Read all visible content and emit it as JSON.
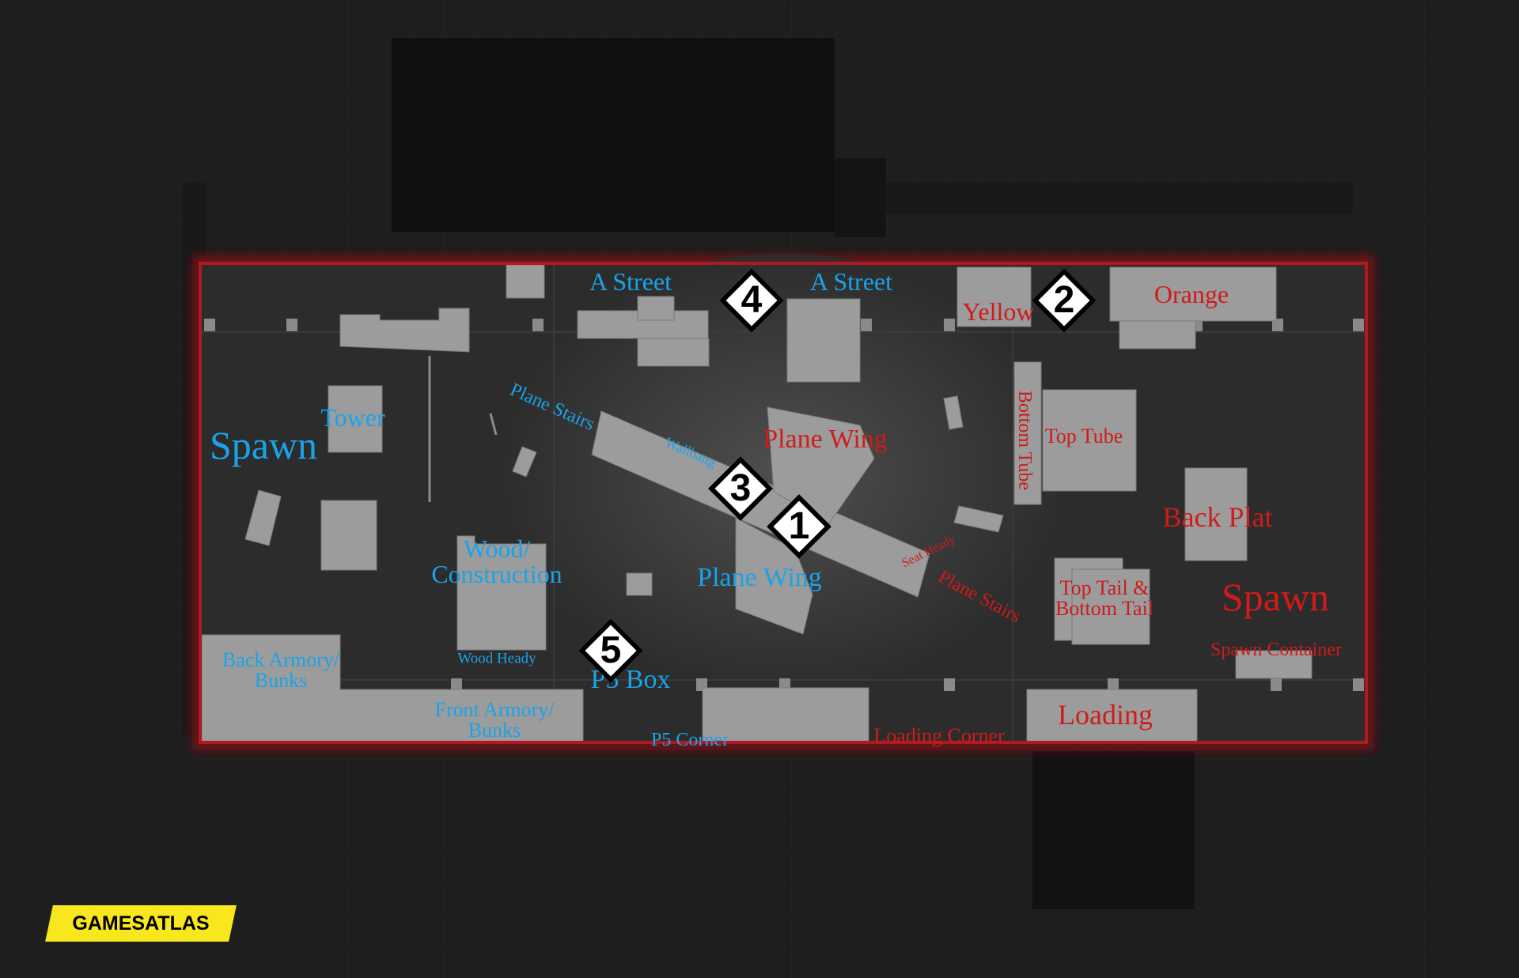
{
  "colors": {
    "blue_team": "#1aa3e8",
    "red_team": "#d11a1a",
    "boundary": "#b01822",
    "marker_fill": "#ffffff",
    "marker_stroke": "#000000",
    "brand_bg": "#f8e71c"
  },
  "labels": [
    {
      "name": "label-a-street-left",
      "text": "A Street",
      "team": "blue"
    },
    {
      "name": "label-a-street-right",
      "text": "A Street",
      "team": "blue"
    },
    {
      "name": "label-yellow",
      "text": "Yellow",
      "team": "red"
    },
    {
      "name": "label-orange",
      "text": "Orange",
      "team": "red"
    },
    {
      "name": "label-tower",
      "text": "Tower",
      "team": "blue"
    },
    {
      "name": "label-spawn-blue",
      "text": "Spawn",
      "team": "blue"
    },
    {
      "name": "label-plane-stairs-blue",
      "text": "Plane Stairs",
      "team": "blue"
    },
    {
      "name": "label-wallbang",
      "text": "Wallbang",
      "team": "blue"
    },
    {
      "name": "label-plane-wing-red",
      "text": "Plane Wing",
      "team": "red"
    },
    {
      "name": "label-bottom-tube",
      "text": "Bottom Tube",
      "team": "red"
    },
    {
      "name": "label-top-tube",
      "text": "Top Tube",
      "team": "red"
    },
    {
      "name": "label-back-plat",
      "text": "Back Plat",
      "team": "red"
    },
    {
      "name": "label-wood-construction",
      "text": "Wood/\nConstruction",
      "team": "blue"
    },
    {
      "name": "label-plane-wing-blue",
      "text": "Plane Wing",
      "team": "blue"
    },
    {
      "name": "label-seat-heady",
      "text": "Seat Heady",
      "team": "red"
    },
    {
      "name": "label-plane-stairs-red",
      "text": "Plane Stairs",
      "team": "red"
    },
    {
      "name": "label-top-tail-bottom-tail",
      "text": "Top Tail &\nBottom Tail",
      "team": "red"
    },
    {
      "name": "label-spawn-red",
      "text": "Spawn",
      "team": "red"
    },
    {
      "name": "label-spawn-container",
      "text": "Spawn Container",
      "team": "red"
    },
    {
      "name": "label-back-armory-bunks",
      "text": "Back Armory/\nBunks",
      "team": "blue"
    },
    {
      "name": "label-wood-heady",
      "text": "Wood Heady",
      "team": "blue"
    },
    {
      "name": "label-p5-box",
      "text": "P5 Box",
      "team": "blue"
    },
    {
      "name": "label-front-armory-bunks",
      "text": "Front Armory/\nBunks",
      "team": "blue"
    },
    {
      "name": "label-p5-corner",
      "text": "P5 Corner",
      "team": "blue"
    },
    {
      "name": "label-loading-corner",
      "text": "Loading Corner",
      "team": "red"
    },
    {
      "name": "label-loading",
      "text": "Loading",
      "team": "red"
    }
  ],
  "markers": [
    {
      "name": "marker-1",
      "number": "1"
    },
    {
      "name": "marker-2",
      "number": "2"
    },
    {
      "name": "marker-3",
      "number": "3"
    },
    {
      "name": "marker-4",
      "number": "4"
    },
    {
      "name": "marker-5",
      "number": "5"
    }
  ],
  "brand": {
    "text": "GAMESATLAS"
  }
}
